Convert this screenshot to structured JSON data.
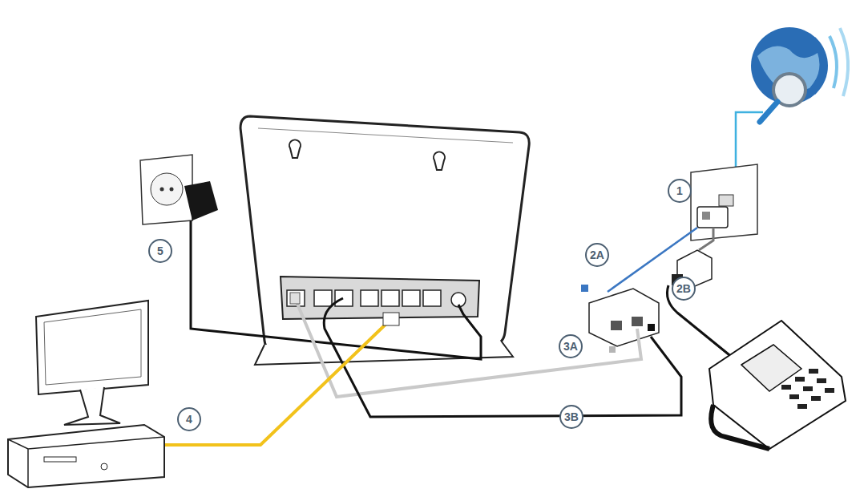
{
  "diagram": {
    "nodes": [
      {
        "text": [
          "1"
        ]
      },
      {
        "text": [
          "2A"
        ]
      },
      {
        "text": [
          "2B"
        ]
      },
      {
        "text": [
          "3A"
        ]
      },
      {
        "text": [
          "3B"
        ]
      },
      {
        "text": [
          "4"
        ]
      },
      {
        "text": [
          "5"
        ]
      }
    ]
  }
}
